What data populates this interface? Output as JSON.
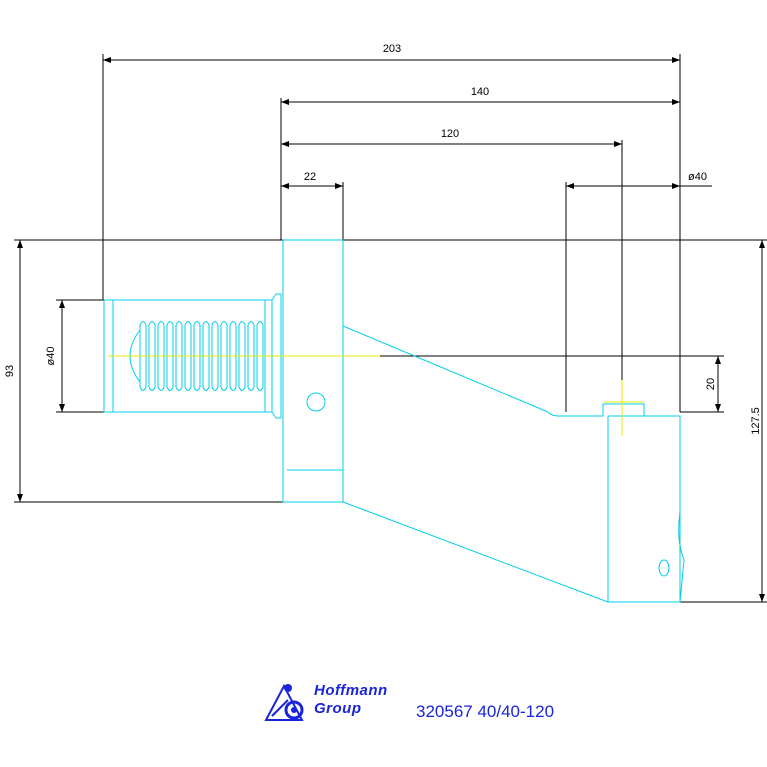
{
  "dimensions": {
    "overall_length": "203",
    "mount_length": "140",
    "center_distance": "120",
    "flange_width": "22",
    "head_diameter": "ø40",
    "shank_diameter": "ø40",
    "shank_height": "93",
    "center_offset": "20",
    "total_height": "127.5"
  },
  "logo": {
    "line1": "Hoffmann",
    "line2": "Group"
  },
  "part_number": "320567 40/40-120",
  "colors": {
    "outline": "#00cfe8",
    "dimension": "#000000",
    "centerline": "#e8e800",
    "brand": "#1a24d8"
  }
}
